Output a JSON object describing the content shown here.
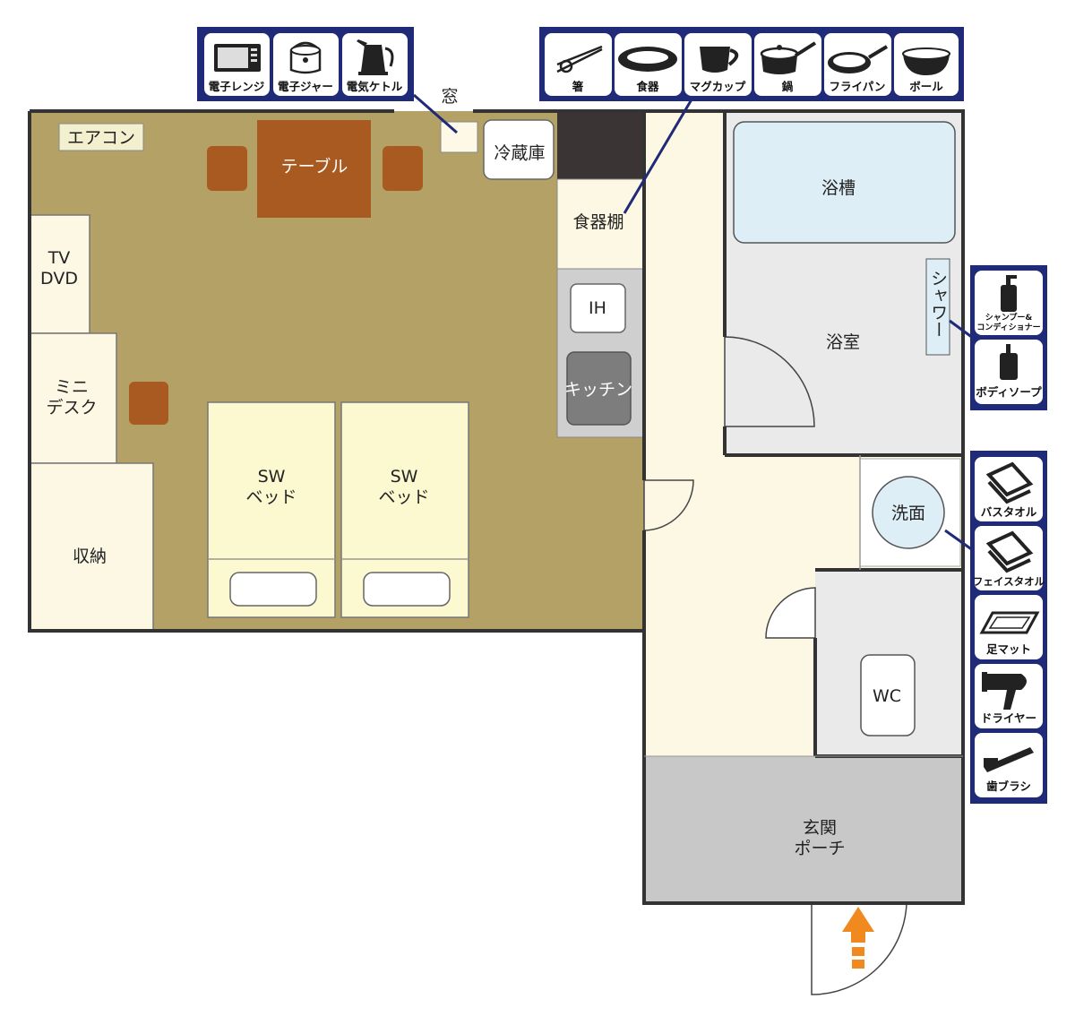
{
  "colors": {
    "floor_living": "#b3a165",
    "floor_hall": "#fcf8e4",
    "floor_bath": "#eaeaea",
    "floor_entrance": "#c8c8c8",
    "furniture_wood": "#a85a20",
    "bed": "#fcf8cf",
    "tub": "#ddeef6",
    "icon_panel": "#1f2a78",
    "wall": "#333333",
    "arrow": "#f08a1e"
  },
  "rooms": {
    "aircon": "エアコン",
    "table": "テーブル",
    "window": "窓",
    "fridge": "冷蔵庫",
    "cupboard": "食器棚",
    "tv_line1": "TV",
    "tv_line2": "DVD",
    "desk_line1": "ミニ",
    "desk_line2": "デスク",
    "storage": "収納",
    "bed_line1": "SW",
    "bed_line2": "ベッド",
    "ih": "IH",
    "kitchen": "キッチン",
    "bathtub": "浴槽",
    "bathroom": "浴室",
    "shower": "シャワー",
    "washbasin": "洗面",
    "wc": "WC",
    "entrance_line1": "玄関",
    "entrance_line2": "ポーチ"
  },
  "amenities": {
    "appliances": [
      {
        "label": "電子レンジ",
        "icon": "microwave-icon"
      },
      {
        "label": "電子ジャー",
        "icon": "rice-cooker-icon"
      },
      {
        "label": "電気ケトル",
        "icon": "kettle-icon"
      }
    ],
    "tableware": [
      {
        "label": "箸",
        "icon": "chopsticks-icon"
      },
      {
        "label": "食器",
        "icon": "plate-icon"
      },
      {
        "label": "マグカップ",
        "icon": "mug-icon"
      },
      {
        "label": "鍋",
        "icon": "pot-icon"
      },
      {
        "label": "フライパン",
        "icon": "frying-pan-icon"
      },
      {
        "label": "ボール",
        "icon": "bowl-icon"
      }
    ],
    "bath": [
      {
        "label": "シャンプー&",
        "label2": "コンディショナー",
        "icon": "shampoo-bottle-icon"
      },
      {
        "label": "ボディソープ",
        "icon": "body-soap-bottle-icon"
      }
    ],
    "washroom": [
      {
        "label": "バスタオル",
        "icon": "bath-towel-icon"
      },
      {
        "label": "フェイスタオル",
        "icon": "face-towel-icon"
      },
      {
        "label": "足マット",
        "icon": "bath-mat-icon"
      },
      {
        "label": "ドライヤー",
        "icon": "hair-dryer-icon"
      },
      {
        "label": "歯ブラシ",
        "icon": "toothbrush-icon"
      }
    ]
  }
}
